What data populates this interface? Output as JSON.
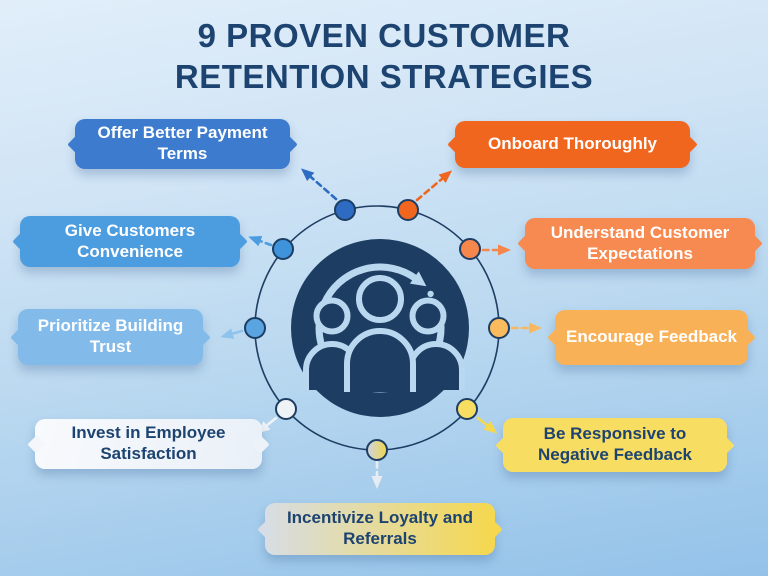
{
  "title": {
    "line1": "9 PROVEN CUSTOMER",
    "line2": "RETENTION STRATEGIES"
  },
  "palette": {
    "navy": "#1d3d63",
    "title_text": "#1d4370",
    "background_top": "#e1eefa",
    "background_bottom": "#93c2e9",
    "center_icon_stroke": "#b9d8f0"
  },
  "center_icon": {
    "name": "customer-group-retention-cycle-icon",
    "description": "group of three people inside a circular refresh arrow"
  },
  "strategies": [
    {
      "id": "offer-better-payment-terms",
      "label": "Offer Better Payment Terms",
      "colors": {
        "bg": "#3d7bce",
        "text": "#ffffff",
        "tip_left": "#3d7bce",
        "tip_right": "#3d7bce",
        "dot": "#2d6cc2",
        "arrow": "#2d6cc2"
      }
    },
    {
      "id": "onboard-thoroughly",
      "label": "Onboard Thoroughly",
      "colors": {
        "bg": "#f1661f",
        "text": "#ffffff",
        "tip_left": "#f1661f",
        "tip_right": "#f1661f",
        "dot": "#f1661f",
        "arrow": "#f1661f"
      }
    },
    {
      "id": "give-customers-convenience",
      "label": "Give Customers Convenience",
      "colors": {
        "bg": "#4c9ce0",
        "text": "#ffffff",
        "tip_left": "#4c9ce0",
        "tip_right": "#4c9ce0",
        "dot": "#3f93da",
        "arrow": "#4c9ce0"
      }
    },
    {
      "id": "understand-customer-expectations",
      "label": "Understand Customer Expectations",
      "colors": {
        "bg": "#f68a50",
        "text": "#ffffff",
        "tip_left": "#f68a50",
        "tip_right": "#f68a50",
        "dot": "#f5874d",
        "arrow": "#f5874d"
      }
    },
    {
      "id": "prioritize-building-trust",
      "label": "Prioritize Building Trust",
      "colors": {
        "bg": "#82bbea",
        "text": "#ffffff",
        "tip_left": "#82bbea",
        "tip_right": "#82bbea",
        "dot": "#5aa4e2",
        "arrow": "#8fc3ec"
      }
    },
    {
      "id": "encourage-feedback",
      "label": "Encourage Feedback",
      "colors": {
        "bg": "#f9b157",
        "text": "#ffffff",
        "tip_left": "#f9b157",
        "tip_right": "#f9b157",
        "dot": "#f9bb5e",
        "arrow": "#f9b860"
      }
    },
    {
      "id": "invest-in-employee-satisfaction",
      "label": "Invest in Employee Satisfaction",
      "colors": {
        "bg": "linear-gradient(105deg,#f8fafd,#e9f0f7)",
        "text": "#1d4370",
        "tip_left": "#f3f7fb",
        "tip_right": "#ecf2f8",
        "dot": "#eef3f8",
        "arrow": "#eef3f8"
      }
    },
    {
      "id": "be-responsive-to-negative-feedback",
      "label": "Be Responsive to Negative Feedback",
      "colors": {
        "bg": "#f8dd63",
        "text": "#1d4370",
        "tip_left": "#f8dd63",
        "tip_right": "#f8dd63",
        "dot": "#f8dd63",
        "arrow": "#f5d84e"
      }
    },
    {
      "id": "incentivize-loyalty-and-referrals",
      "label": "Incentivize Loyalty and Referrals",
      "colors": {
        "bg": "linear-gradient(90deg,#d7dde4,#f5d84e)",
        "text": "#1d4370",
        "tip_left": "#d7dde4",
        "tip_right": "#f5d84e",
        "dot": "linear-gradient(90deg,#cdd5dd,#f0d64f)",
        "arrow": "#e6ecf1"
      }
    }
  ]
}
